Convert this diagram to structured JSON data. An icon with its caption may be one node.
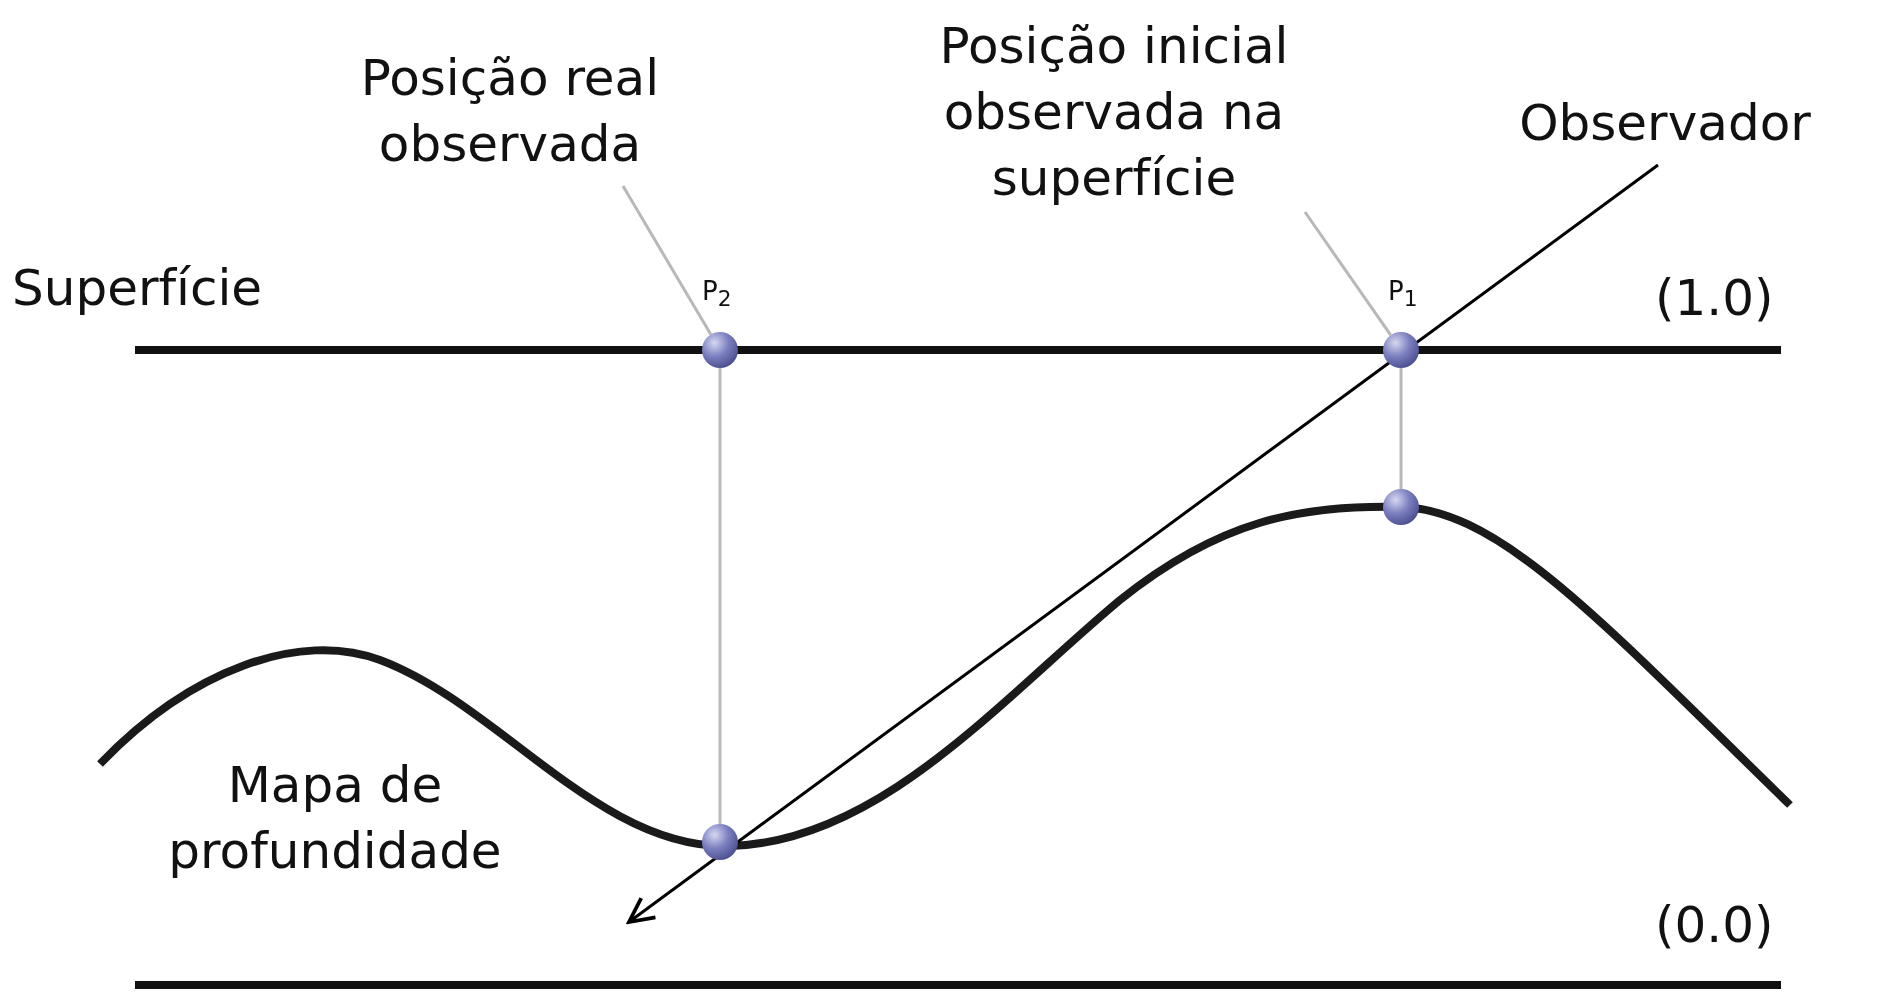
{
  "diagram": {
    "nodes": [
      {
        "text": [
          "Posição real observada"
        ]
      },
      {
        "text": [
          "Posição inicial observada na superfície"
        ]
      },
      {
        "text": [
          "Observador"
        ]
      },
      {
        "text": [],
        "shape": "circle",
        "beside": [
          "P$_{2}$"
        ]
      },
      {
        "text": [],
        "shape": "circle",
        "beside": [
          "P$_{1}$"
        ]
      },
      {
        "text": [],
        "shape": "circle"
      },
      {
        "text": [],
        "shape": "circle"
      }
    ],
    "edges": [
      {
        "from": 0,
        "to": 3,
        "arrow": "none"
      },
      {
        "from": 1,
        "to": 4,
        "arrow": "none"
      },
      {
        "from": 3,
        "to": 6,
        "arrow": "none"
      },
      {
        "from": 4,
        "to": 5,
        "arrow": "none"
      },
      {
        "from": 2,
        "to": null,
        "arrow": "to",
        "color": "#000000"
      }
    ],
    "labels": [
      "Superfície",
      "(1.0)",
      "Mapa de profundidade",
      "(0.0)"
    ]
  }
}
